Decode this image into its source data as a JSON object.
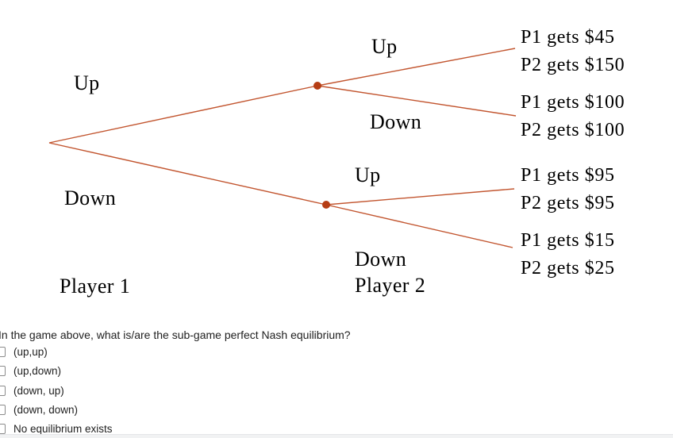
{
  "tree": {
    "player1_label": "Player 1",
    "player2_label": "Player 2",
    "p1_up_label": "Up",
    "p1_down_label": "Down",
    "p2_top_up_label": "Up",
    "p2_top_down_label": "Down",
    "p2_bottom_up_label": "Up",
    "p2_bottom_down_label": "Down",
    "payoffs": [
      {
        "p1": "P1 gets $45",
        "p2": "P2 gets $150"
      },
      {
        "p1": "P1 gets $100",
        "p2": "P2 gets $100"
      },
      {
        "p1": "P1 gets $95",
        "p2": "P2 gets $95"
      },
      {
        "p1": "P1 gets $15",
        "p2": "P2 gets $25"
      }
    ],
    "colors": {
      "edge": "#c2552f",
      "node": "#b63d14"
    }
  },
  "question": {
    "text": "In the game above, what is/are the sub-game perfect Nash equilibrium?",
    "options": [
      {
        "label": "(up,up)"
      },
      {
        "label": "(up,down)"
      },
      {
        "label": "(down, up)"
      },
      {
        "label": "(down, down)"
      },
      {
        "label": "No equilibrium exists"
      }
    ]
  }
}
